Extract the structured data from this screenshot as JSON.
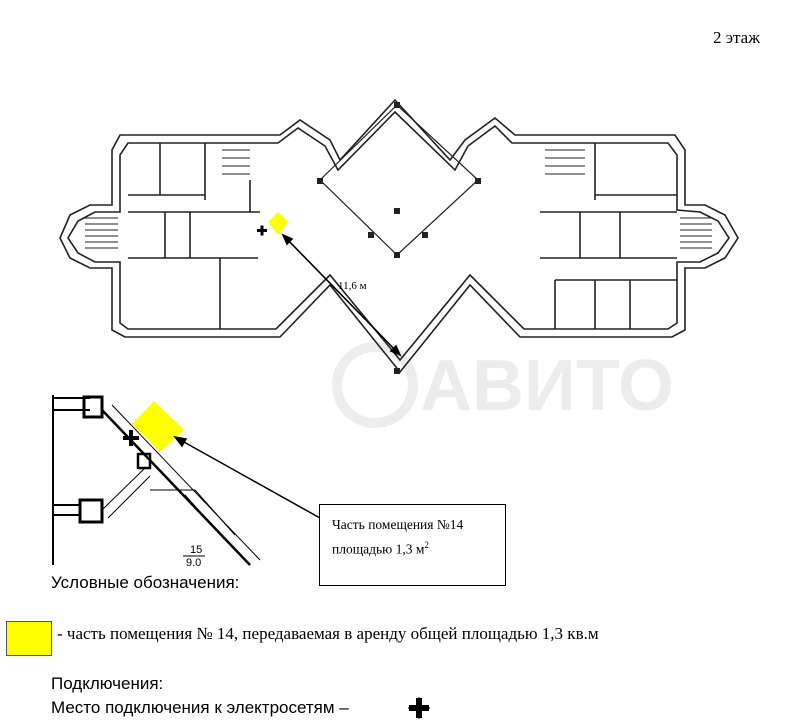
{
  "floor_label": "2 этаж",
  "dimension_label": "11,6 м",
  "callout": {
    "line1": "Часть помещения №14",
    "line2": "площадью 1,3 м",
    "superscript": "2"
  },
  "legend": {
    "title": "Условные обозначения:",
    "item_text": "- часть помещения № 14, передаваемая в аренду общей площадью 1,3 кв.м",
    "swatch_color": "#ffff00"
  },
  "connections": {
    "title": "Подключения:",
    "text": "Место подключения к электросетям –",
    "icon": "power-connection-cross-icon"
  },
  "inset_labels": {
    "room_number": "15",
    "room_area": "9.0"
  }
}
